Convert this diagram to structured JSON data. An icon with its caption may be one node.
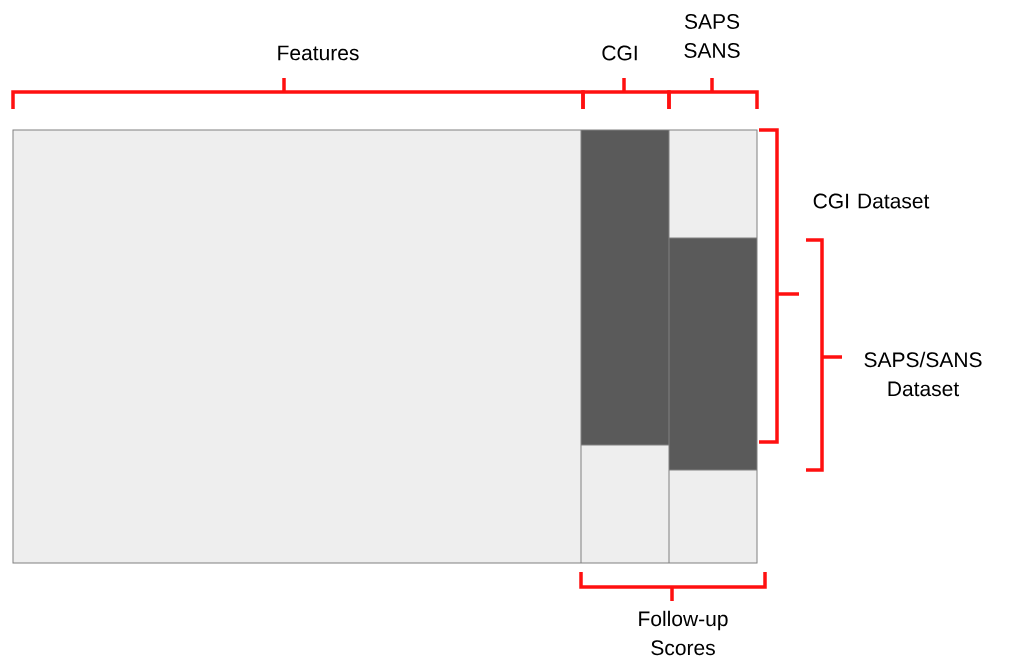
{
  "diagram": {
    "labels": [
      "Features",
      "CGI",
      "SAPS SANS",
      "CGI Dataset",
      "SAPS/SANS Dataset",
      "Follow-up Scores"
    ]
  }
}
